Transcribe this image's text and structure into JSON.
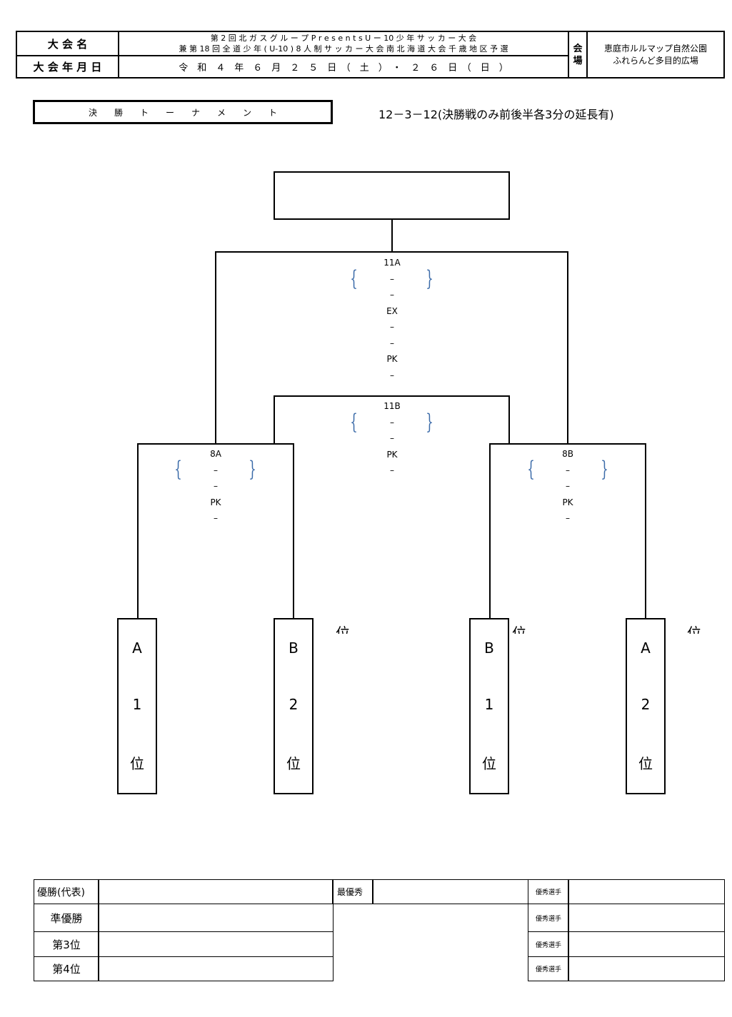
{
  "header": {
    "tournament_label": "大 会 名",
    "tournament_name_line1": "第 2 回 北 ガ ス グ ル ー プ P r e s e n t s U ー 10 少 年 サ ッ カ ー 大 会",
    "tournament_name_line2": "兼 第 18 回 全 道 少 年 ( U-10 ) 8 人 制 サ ッ カ ー 大 会 南 北 海 道 大 会 千 歳 地 区 予 選",
    "date_label": "大 会 年 月 日",
    "date_value": "令　和　４　年　６　月　２　５　日　（　土　）　・　２　６　日　（　日　）",
    "venue_label_1": "会",
    "venue_label_2": "場",
    "venue_line1": "恵庭市ルルマップ自然公園",
    "venue_line2": "ふれらんど多目的広場"
  },
  "section": {
    "title": "決　　勝　　ト　　ー　　ナ　　メ　　ン　　ト",
    "format_note": "12－3－12(決勝戦のみ前後半各3分の延長有)"
  },
  "bracket": {
    "final": {
      "code": "11A",
      "dash1": "–",
      "dash2": "–",
      "ex": "EX",
      "dash3": "–",
      "dash4": "–",
      "pk": "PK",
      "dash5": "–"
    },
    "third": {
      "code": "11B",
      "dash1": "–",
      "dash2": "–",
      "pk": "PK",
      "dash3": "–"
    },
    "semi_a": {
      "code": "8A",
      "dash1": "–",
      "dash2": "–",
      "pk": "PK",
      "dash3": "–"
    },
    "semi_b": {
      "code": "8B",
      "dash1": "–",
      "dash2": "–",
      "pk": "PK",
      "dash3": "–"
    },
    "teams": [
      {
        "l1": "A",
        "l2": "1",
        "l3": "位"
      },
      {
        "l1": "B",
        "l2": "2",
        "l3": "位"
      },
      {
        "l1": "B",
        "l2": "1",
        "l3": "位"
      },
      {
        "l1": "A",
        "l2": "2",
        "l3": "位"
      }
    ],
    "stray_char": "位"
  },
  "results": {
    "winner_label": "優勝(代表)",
    "runner_up_label": "準優勝",
    "third_label": "第3位",
    "fourth_label": "第4位",
    "mvp_label": "最優秀",
    "excellent_label": "優秀選手"
  }
}
